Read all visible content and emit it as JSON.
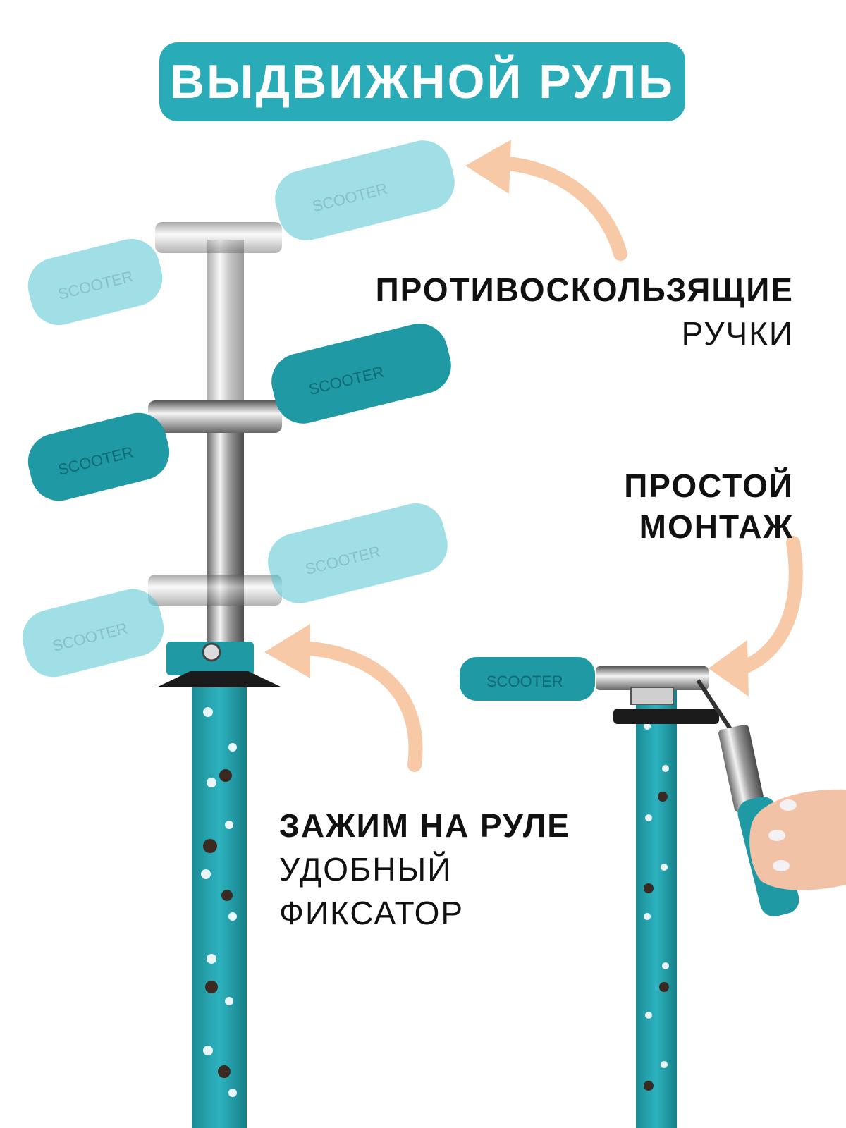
{
  "banner": {
    "title": "ВЫДВИЖНОЙ РУЛЬ"
  },
  "features": {
    "grips": {
      "title": "ПРОТИВОСКОЛЬЗЯЩИЕ",
      "subtitle": "РУЧКИ"
    },
    "mount": {
      "line1": "ПРОСТОЙ",
      "line2": "МОНТАЖ"
    },
    "clamp": {
      "title": "ЗАЖИМ НА РУЛЕ",
      "line1": "УДОБНЫЙ",
      "line2": "ФИКСАТОР"
    }
  },
  "grip_text": "SCOOTER",
  "colors": {
    "accent": "#2aacb8",
    "teal": "#1f9aa5",
    "light_teal": "#8fd3dc",
    "arrow": "#f7c9a6",
    "text": "#111111"
  },
  "icons": [
    "curved-arrow-icon"
  ]
}
